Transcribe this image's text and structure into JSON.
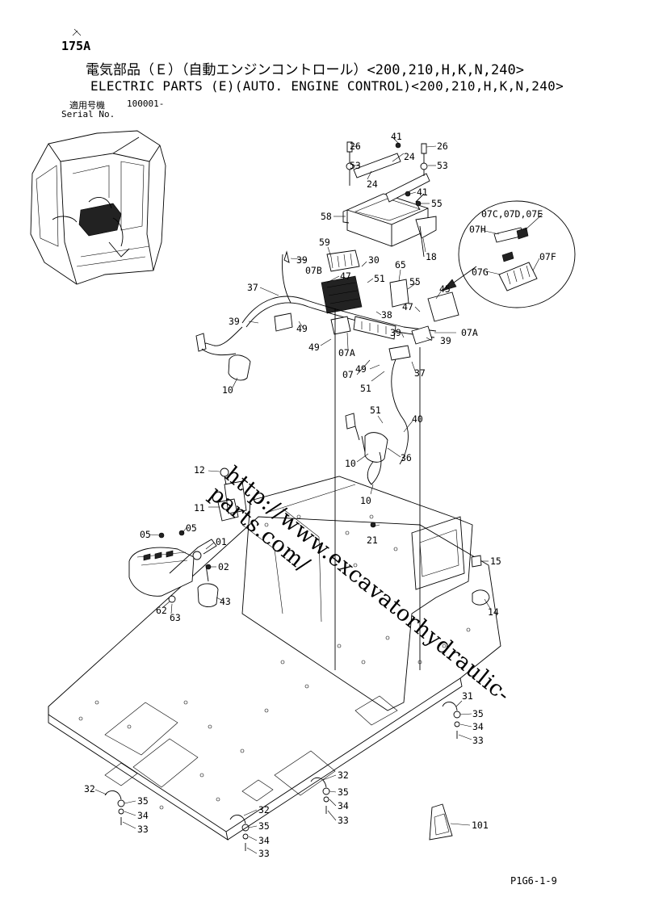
{
  "header": {
    "page_no": "175A",
    "title_jp": "電気部品（Ｅ）（自動エンジンコントロール）<200,210,H,K,N,240>",
    "title_en": "ELECTRIC PARTS (E)(AUTO. ENGINE CONTROL)<200,210,H,K,N,240>",
    "serial_label_jp": "適用号機",
    "serial_value": "100001-",
    "serial_label_en": "Serial No."
  },
  "watermark": "http://www.excavatorhydraulic-parts.com/",
  "footer": {
    "code": "P1G6-1-9"
  },
  "callouts": {
    "c41a": "41",
    "c26a": "26",
    "c26b": "26",
    "c24a": "24",
    "c24b": "24",
    "c53a": "53",
    "c53b": "53",
    "c41b": "41",
    "c55a": "55",
    "c58": "58",
    "c18": "18",
    "c59": "59",
    "c39a": "39",
    "c07b": "07B",
    "c30": "30",
    "c65": "65",
    "c47a": "47",
    "c51a": "51",
    "c55b": "55",
    "c45": "45",
    "c47b": "47",
    "c37a": "37",
    "c38": "38",
    "c39b": "39",
    "c49a": "49",
    "c49b": "49",
    "c07a1": "07A",
    "c07": "07",
    "c49c": "49",
    "c39c": "39",
    "c39d": "39",
    "c07a2": "07A",
    "c37b": "37",
    "c51b": "51",
    "c10a": "10",
    "c07cde": "07C,07D,07E",
    "c07h": "07H",
    "c07g": "07G",
    "c07f": "07F",
    "c51c": "51",
    "c40": "40",
    "c36": "36",
    "c10b": "10",
    "c10c": "10",
    "c12": "12",
    "c11": "11",
    "c21": "21",
    "c05a": "05",
    "c05b": "05",
    "c01": "01",
    "c02": "02",
    "c43": "43",
    "c62": "62",
    "c63": "63",
    "c15": "15",
    "c14": "14",
    "c31": "31",
    "c35a": "35",
    "c34a": "34",
    "c33a": "33",
    "c32a": "32",
    "c35b": "35",
    "c34b": "34",
    "c33b": "33",
    "c32b": "32",
    "c35c": "35",
    "c34c": "34",
    "c33c": "33",
    "c32c": "32",
    "c35d": "35",
    "c34d": "34",
    "c33d": "33",
    "c101": "101"
  }
}
